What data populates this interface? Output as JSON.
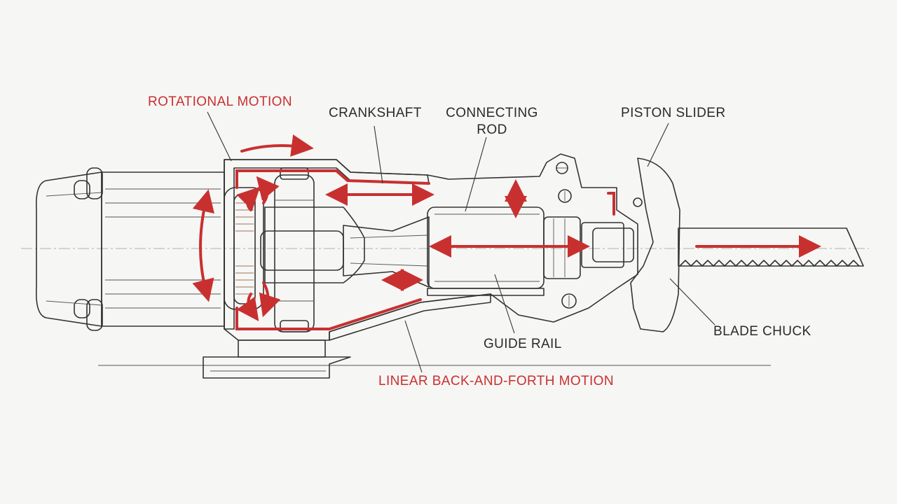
{
  "colors": {
    "motion": "#c8302f",
    "ink": "#333333",
    "paper": "#f6f6f5"
  },
  "labels": {
    "rotational_motion": "ROTATIONAL MOTION",
    "crankshaft": "CRANKSHAFT",
    "connecting_rod_line1": "CONNECTING",
    "connecting_rod_line2": "ROD",
    "piston_slider": "PISTON SLIDER",
    "guide_rail": "GUIDE RAIL",
    "blade_chuck": "BLADE CHUCK",
    "linear_motion": "LINEAR BACK-AND-FORTH MOTION"
  }
}
